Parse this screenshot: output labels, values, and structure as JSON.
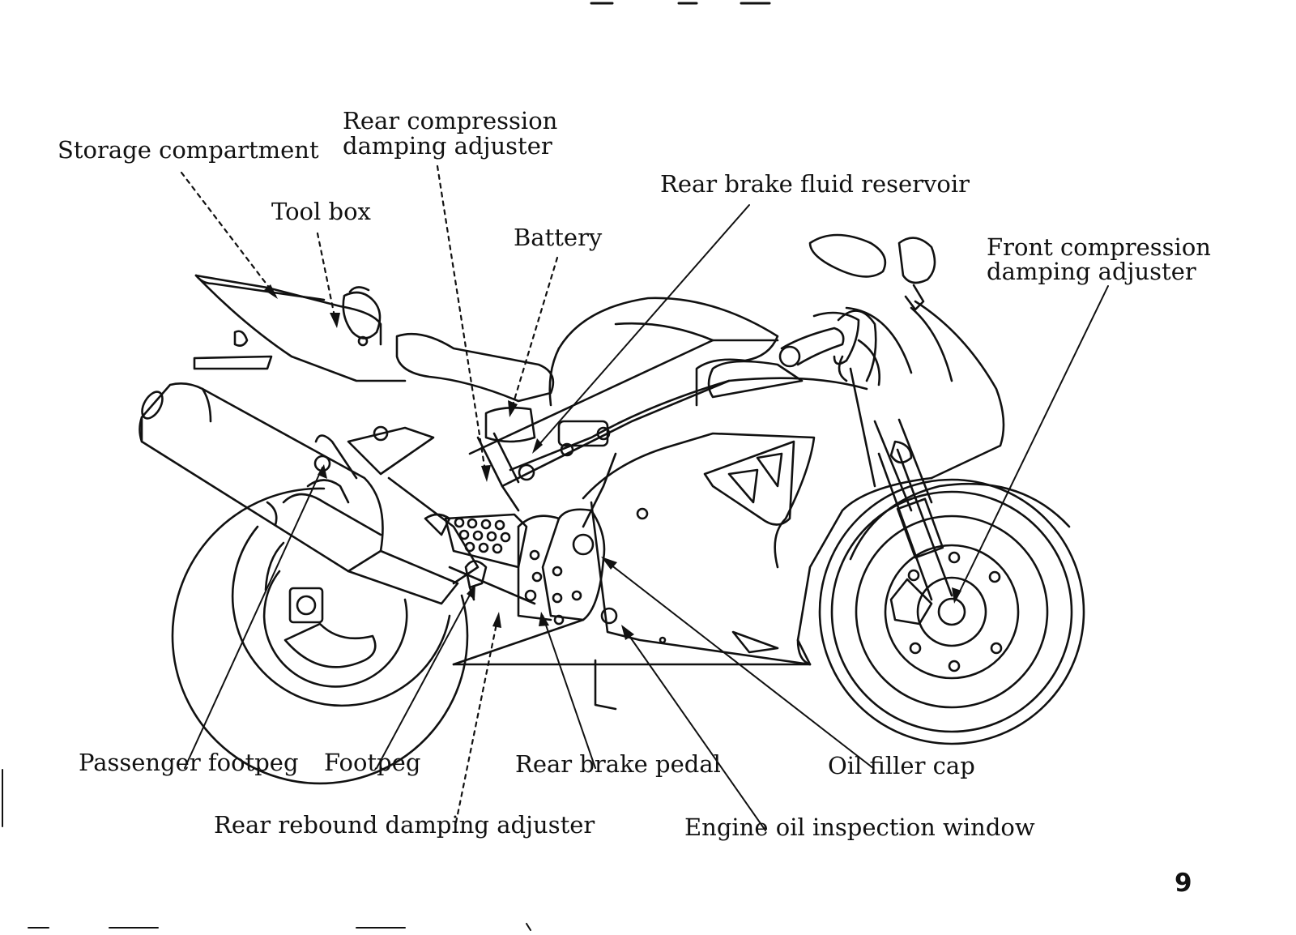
{
  "labels": {
    "storage_compartment": "Storage compartment",
    "rear_compression_line1": "Rear compression",
    "rear_compression_line2": "damping adjuster",
    "tool_box": "Tool box",
    "battery": "Battery",
    "rear_brake_fluid_reservoir": "Rear brake fluid reservoir",
    "front_compression_line1": "Front compression",
    "front_compression_line2": "damping adjuster",
    "passenger_footpeg": "Passenger footpeg",
    "footpeg": "Footpeg",
    "rear_brake_pedal": "Rear brake pedal",
    "oil_filler_cap": "Oil filler cap",
    "rear_rebound_damping_adjuster": "Rear rebound damping adjuster",
    "engine_oil_inspection_window": "Engine oil inspection window"
  },
  "page_number": "9",
  "colors": {
    "ink": "#111111",
    "paper": "#ffffff"
  }
}
